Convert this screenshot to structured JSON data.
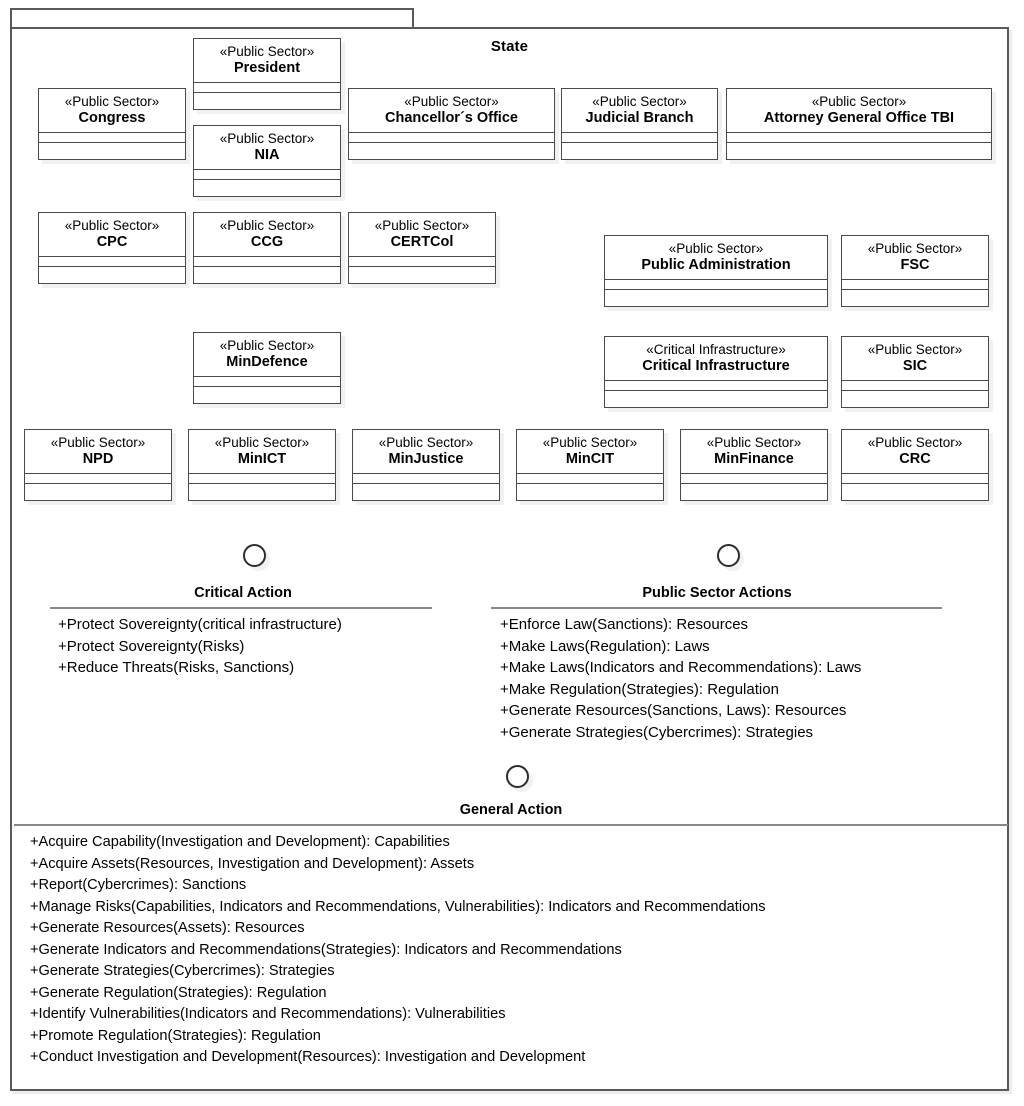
{
  "package": {
    "title": "State",
    "tab_label": ""
  },
  "stereotypes": {
    "public_sector": "«Public Sector»",
    "critical_infrastructure": "«Critical Infrastructure»"
  },
  "classes": [
    {
      "id": "president",
      "stereotype": "«Public Sector»",
      "name": "President"
    },
    {
      "id": "congress",
      "stereotype": "«Public Sector»",
      "name": "Congress"
    },
    {
      "id": "nia",
      "stereotype": "«Public Sector»",
      "name": "NIA"
    },
    {
      "id": "chancellor",
      "stereotype": "«Public Sector»",
      "name": "Chancellor´s Office"
    },
    {
      "id": "judicial",
      "stereotype": "«Public Sector»",
      "name": "Judicial Branch"
    },
    {
      "id": "attorney",
      "stereotype": "«Public Sector»",
      "name": "Attorney General Office TBI"
    },
    {
      "id": "cpc",
      "stereotype": "«Public Sector»",
      "name": "CPC"
    },
    {
      "id": "ccg",
      "stereotype": "«Public Sector»",
      "name": "CCG"
    },
    {
      "id": "certcol",
      "stereotype": "«Public Sector»",
      "name": "CERTCol"
    },
    {
      "id": "pubadmin",
      "stereotype": "«Public Sector»",
      "name": "Public Administration"
    },
    {
      "id": "fsc",
      "stereotype": "«Public Sector»",
      "name": "FSC"
    },
    {
      "id": "mindefence",
      "stereotype": "«Public Sector»",
      "name": "MinDefence"
    },
    {
      "id": "critinfra",
      "stereotype": "«Critical Infrastructure»",
      "name": "Critical Infrastructure"
    },
    {
      "id": "sic",
      "stereotype": "«Public Sector»",
      "name": "SIC"
    },
    {
      "id": "npd",
      "stereotype": "«Public Sector»",
      "name": "NPD"
    },
    {
      "id": "minict",
      "stereotype": "«Public Sector»",
      "name": "MinICT"
    },
    {
      "id": "minjustice",
      "stereotype": "«Public Sector»",
      "name": "MinJustice"
    },
    {
      "id": "mincit",
      "stereotype": "«Public Sector»",
      "name": "MinCIT"
    },
    {
      "id": "minfinance",
      "stereotype": "«Public Sector»",
      "name": "MinFinance"
    },
    {
      "id": "crc",
      "stereotype": "«Public Sector»",
      "name": "CRC"
    }
  ],
  "interfaces": [
    {
      "id": "critical_action",
      "title": "Critical Action",
      "operations": [
        "+Protect Sovereignty(critical infrastructure)",
        "+Protect Sovereignty(Risks)",
        "+Reduce Threats(Risks, Sanctions)"
      ]
    },
    {
      "id": "public_sector_actions",
      "title": "Public Sector Actions",
      "operations": [
        "+Enforce Law(Sanctions): Resources",
        "+Make Laws(Regulation): Laws",
        "+Make Laws(Indicators and Recommendations): Laws",
        "+Make Regulation(Strategies): Regulation",
        "+Generate Resources(Sanctions, Laws): Resources",
        "+Generate Strategies(Cybercrimes): Strategies"
      ]
    },
    {
      "id": "general_action",
      "title": "General Action",
      "operations": [
        "+Acquire Capability(Investigation and Development): Capabilities",
        "+Acquire Assets(Resources, Investigation and Development): Assets",
        "+Report(Cybercrimes): Sanctions",
        "+Manage Risks(Capabilities, Indicators and Recommendations, Vulnerabilities): Indicators and Recommendations",
        "+Generate Resources(Assets): Resources",
        "+Generate Indicators and Recommendations(Strategies): Indicators and Recommendations",
        "+Generate Strategies(Cybercrimes): Strategies",
        "+Generate Regulation(Strategies): Regulation",
        "+Identify Vulnerabilities(Indicators and Recommendations): Vulnerabilities",
        "+Promote Regulation(Strategies): Regulation",
        "+Conduct Investigation and Development(Resources): Investigation and Development"
      ]
    }
  ],
  "colors": {
    "frame_border": "#5a5a5a",
    "box_border": "#4a4a4a",
    "rule": "#888888",
    "text": "#000000",
    "background": "#ffffff"
  }
}
